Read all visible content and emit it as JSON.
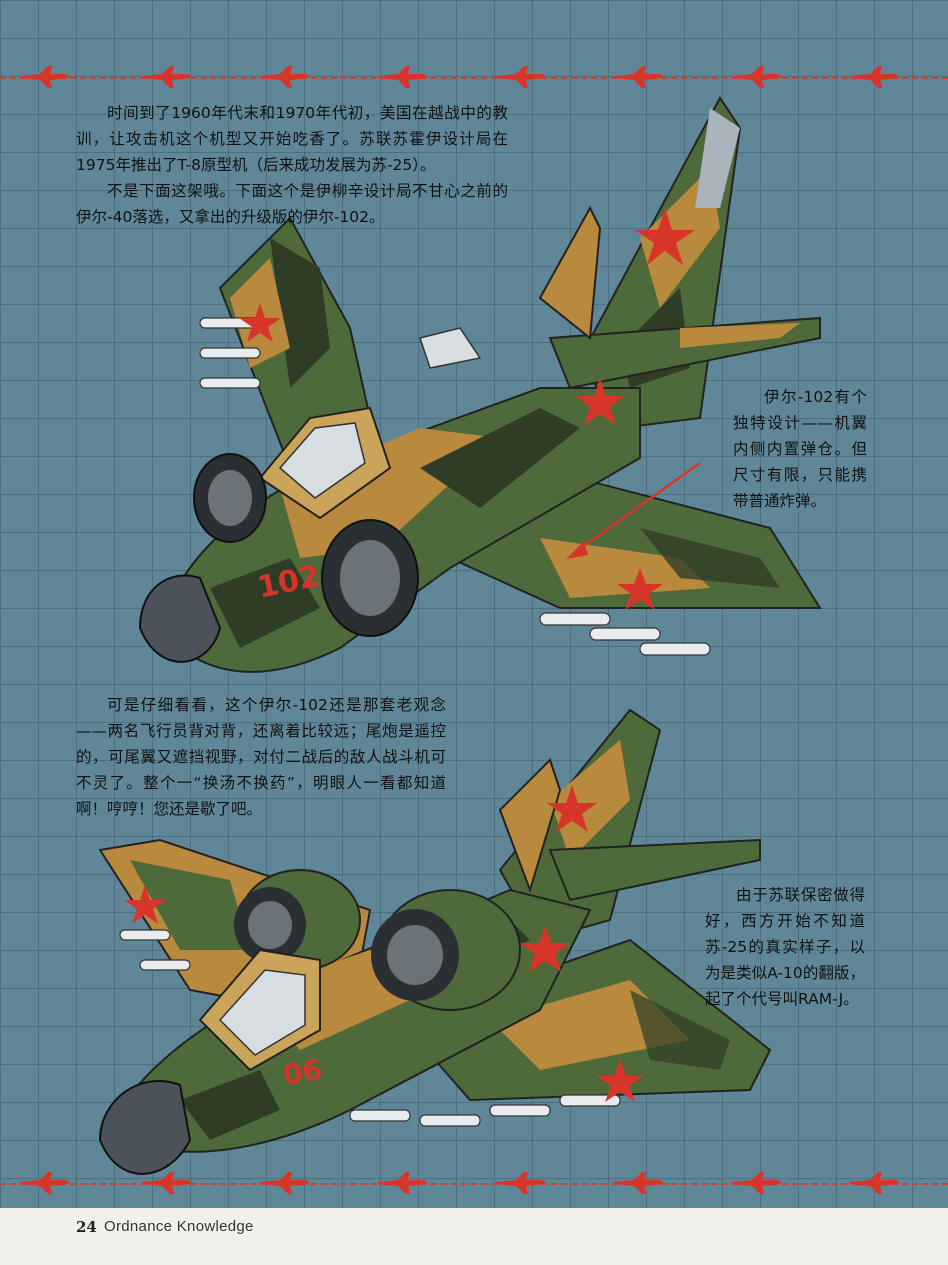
{
  "paragraphs": {
    "p1a": "时间到了1960年代末和1970年代初，美国在越战中的教训，让攻击机这个机型又开始吃香了。苏联苏霍伊设计局在1975年推出了T-8原型机（后来成功发展为苏-25）。",
    "p1b": "不是下面这架哦。下面这个是伊柳辛设计局不甘心之前的伊尔-40落选，又拿出的升级版的伊尔-102。",
    "p2": "伊尔-102有个独特设计——机翼内侧内置弹仓。但尺寸有限，只能携带普通炸弹。",
    "p3": "可是仔细看看，这个伊尔-102还是那套老观念——两名飞行员背对背，还离着比较远；尾炮是遥控的，可尾翼又遮挡视野，对付二战后的敌人战斗机可不灵了。整个一“换汤不换药”，明眼人一看都知道啊！哼哼！您还是歇了吧。",
    "p4": "由于苏联保密做得好，西方开始不知道苏-25的真实样子，以为是类似A-10的翻版，起了个代号叫RAM-J。"
  },
  "jets": {
    "il102_number": "102",
    "su25_number": "06"
  },
  "footer": {
    "page_number": "24",
    "publication": "Ordnance Knowledge"
  },
  "colors": {
    "background": "#5f8797",
    "grid": "#3f6676",
    "accent_red": "#d8352a",
    "camo_green": "#4f6a3a",
    "camo_dark": "#2f3d27",
    "camo_tan": "#b98a3e",
    "nose_gray": "#4b525a"
  }
}
